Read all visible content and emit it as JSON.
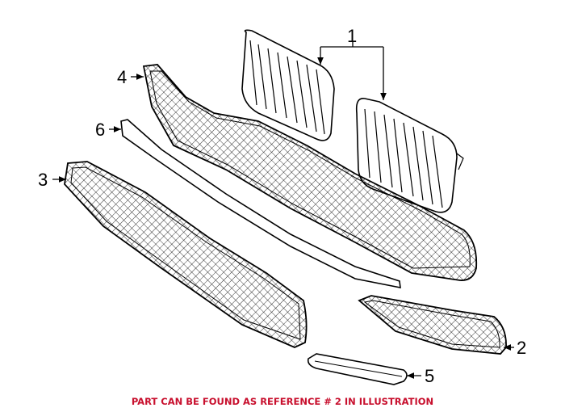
{
  "diagram": {
    "callouts": [
      {
        "number": "1",
        "part": "grille-pair"
      },
      {
        "number": "2",
        "part": "lower-side-grille"
      },
      {
        "number": "3",
        "part": "lower-center-mesh-grille"
      },
      {
        "number": "4",
        "part": "upper-mesh-grille"
      },
      {
        "number": "5",
        "part": "trim-molding"
      },
      {
        "number": "6",
        "part": "trim-strip"
      }
    ]
  },
  "caption": "PART CAN BE FOUND AS REFERENCE # 2 IN ILLUSTRATION",
  "colors": {
    "caption": "#c8102e",
    "lines": "#000000"
  }
}
